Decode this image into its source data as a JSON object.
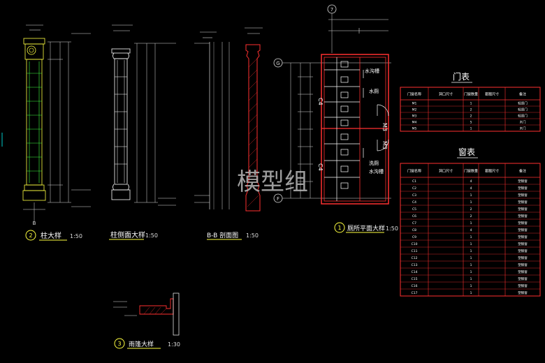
{
  "watermark": "模型组",
  "details": {
    "column": {
      "num": "2",
      "title": "柱大样",
      "scale": "1:50",
      "axis": "B"
    },
    "column_side": {
      "title": "柱侧面大样",
      "scale": "1:50"
    },
    "section_bb": {
      "title": "B-B  剖面图",
      "scale": "1:50"
    },
    "toilet": {
      "num": "1",
      "title": "厕所平面大样",
      "scale": "1:50",
      "axis_top": "7",
      "axis_g": "G",
      "axis_f": "F",
      "room_labels": [
        "水沟槽",
        "水厕",
        "洗厕",
        "水沟槽"
      ],
      "door_tags": [
        "M3",
        "M3"
      ],
      "side_tags": [
        "C4",
        "C4"
      ]
    },
    "canopy": {
      "num": "3",
      "title": "雨篷大样",
      "scale": "1:30"
    }
  },
  "door_table": {
    "title": "门表",
    "headers": [
      "门窗名称",
      "洞口尺寸",
      "门窗数量",
      "套图尺寸",
      "备注"
    ],
    "rows": [
      [
        "M1",
        "",
        "1",
        "",
        "轻质门"
      ],
      [
        "M2",
        "",
        "2",
        "",
        "轻质门"
      ],
      [
        "M3",
        "",
        "2",
        "",
        "轻质门"
      ],
      [
        "M4",
        "",
        "5",
        "",
        "木门"
      ],
      [
        "M5",
        "",
        "1",
        "",
        "木门"
      ]
    ]
  },
  "window_table": {
    "title": "窗表",
    "headers": [
      "门窗名称",
      "洞口尺寸",
      "门窗数量",
      "套图尺寸",
      "备注"
    ],
    "rows": [
      [
        "C1",
        "",
        "4",
        "",
        "塑钢窗"
      ],
      [
        "C2",
        "",
        "4",
        "",
        "塑钢窗"
      ],
      [
        "C3",
        "",
        "1",
        "",
        "塑钢窗"
      ],
      [
        "C4",
        "",
        "1",
        "",
        "塑钢窗"
      ],
      [
        "C5",
        "",
        "2",
        "",
        "塑钢窗"
      ],
      [
        "C6",
        "",
        "2",
        "",
        "塑钢窗"
      ],
      [
        "C7",
        "",
        "1",
        "",
        "塑钢窗"
      ],
      [
        "C8",
        "",
        "4",
        "",
        "塑钢窗"
      ],
      [
        "C9",
        "",
        "1",
        "",
        "塑钢窗"
      ],
      [
        "C10",
        "",
        "1",
        "",
        "塑钢窗"
      ],
      [
        "C11",
        "",
        "1",
        "",
        "塑钢窗"
      ],
      [
        "C12",
        "",
        "1",
        "",
        "塑钢窗"
      ],
      [
        "C13",
        "",
        "1",
        "",
        "塑钢窗"
      ],
      [
        "C14",
        "",
        "1",
        "",
        "塑钢窗"
      ],
      [
        "C15",
        "",
        "1",
        "",
        "塑钢窗"
      ],
      [
        "C16",
        "",
        "1",
        "",
        "塑钢窗"
      ],
      [
        "C17",
        "",
        "1",
        "",
        "塑钢窗"
      ]
    ]
  }
}
